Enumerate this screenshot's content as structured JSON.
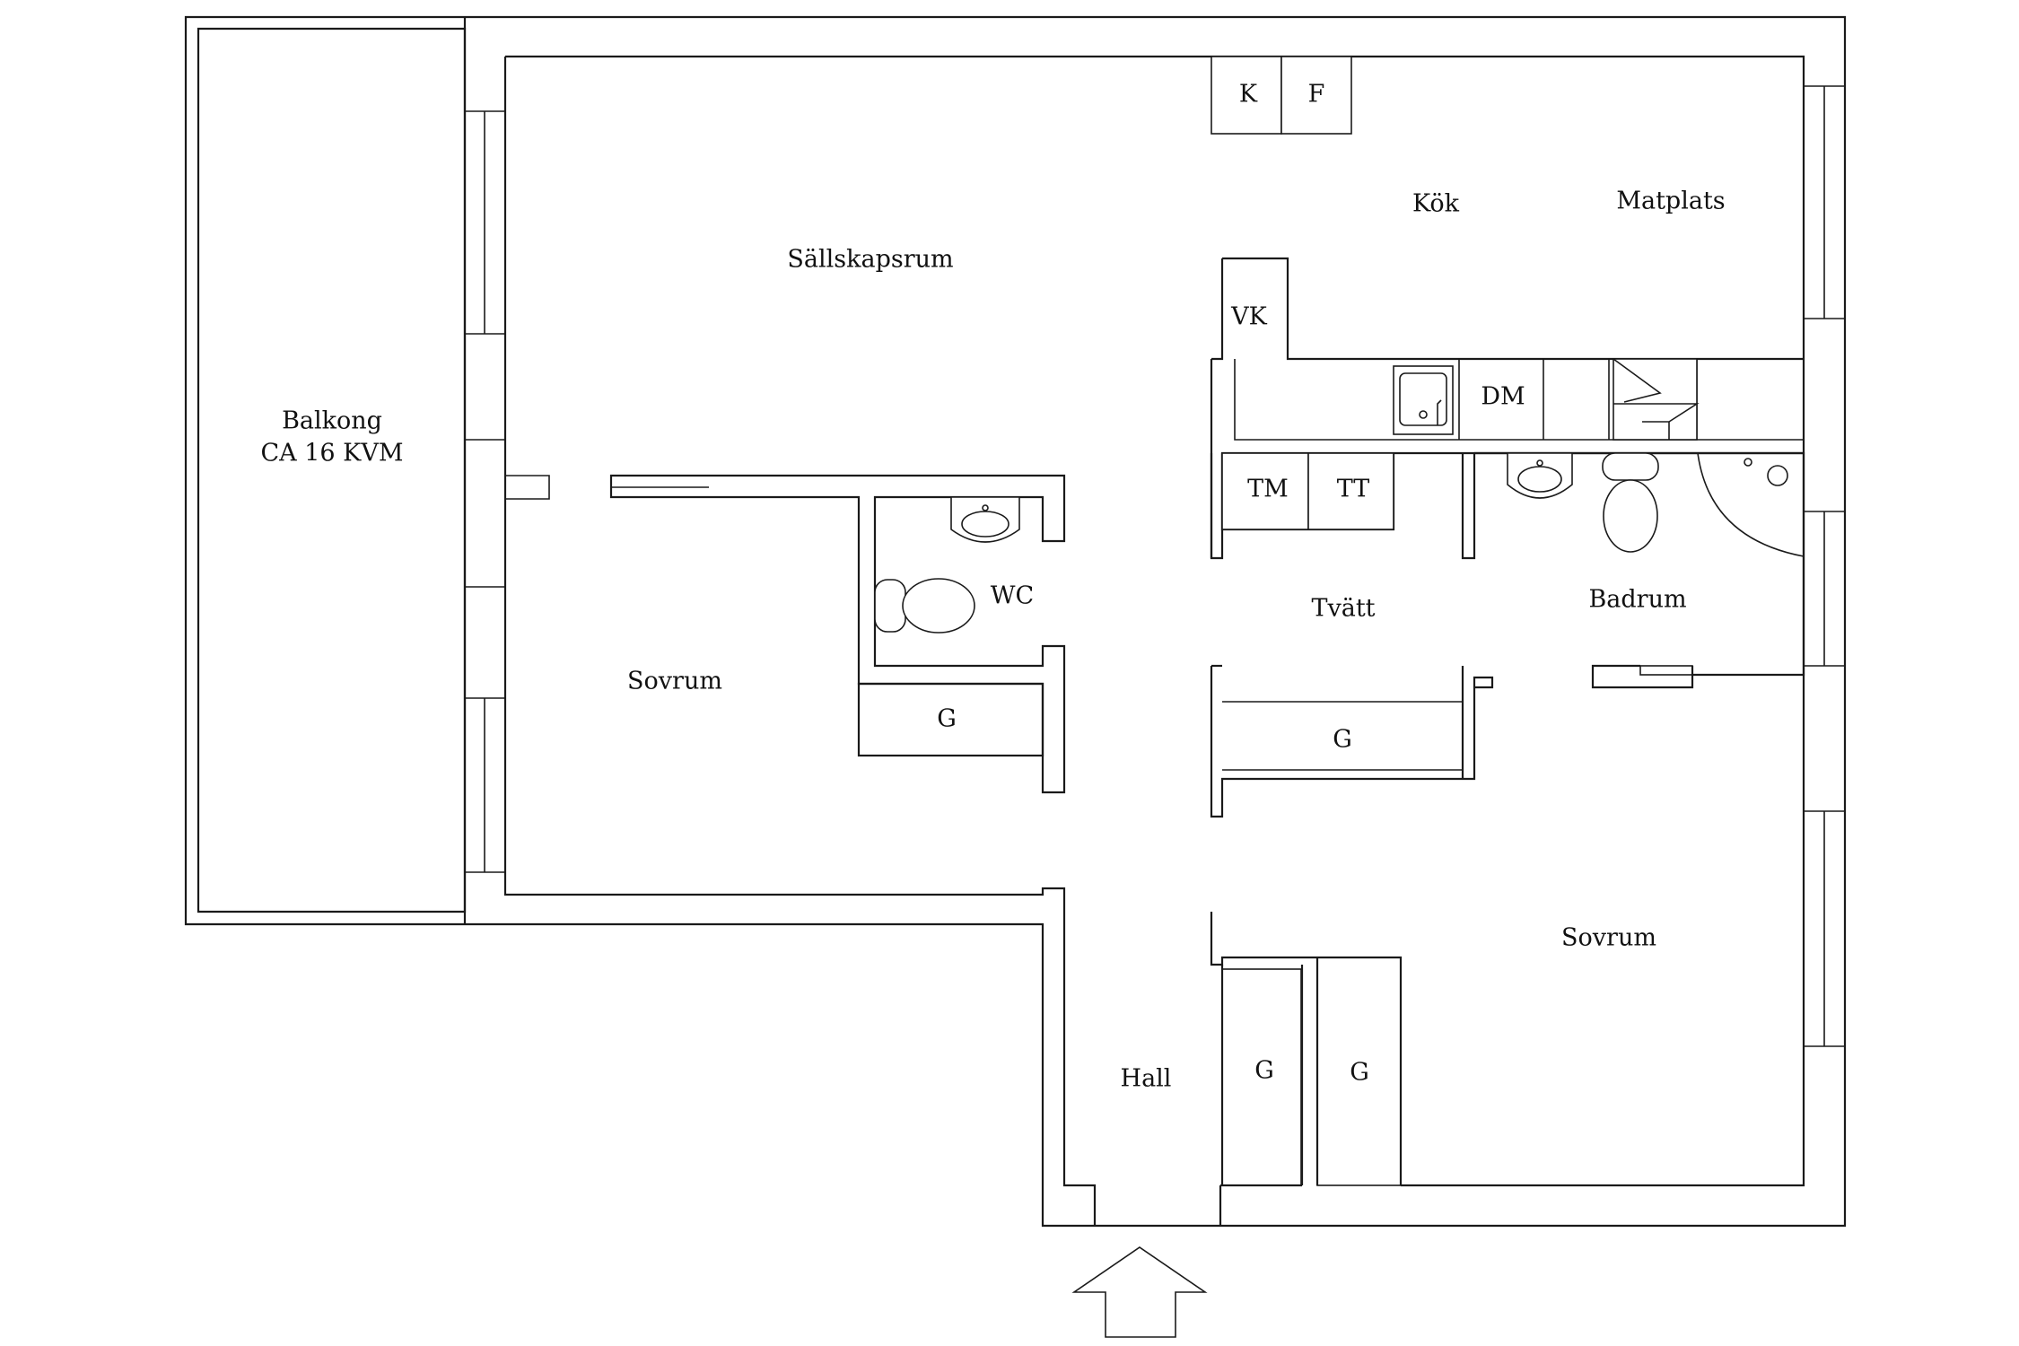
{
  "rooms": {
    "balkong_name": "Balkong",
    "balkong_area": "CA 16 KVM",
    "sallskapsrum": "Sällskapsrum",
    "kok": "Kök",
    "matplats": "Matplats",
    "sovrum_left": "Sovrum",
    "sovrum_right": "Sovrum",
    "wc": "WC",
    "tvatt": "Tvätt",
    "badrum": "Badrum",
    "hall": "Hall"
  },
  "fixtures": {
    "k": "K",
    "f": "F",
    "vk": "VK",
    "dm": "DM",
    "tm": "TM",
    "tt": "TT",
    "g_wc": "G",
    "g_tvatt": "G",
    "g_hall_1": "G",
    "g_hall_2": "G"
  },
  "icons": {
    "entrance": "up-arrow-icon",
    "sink": "sink-icon",
    "toilet": "toilet-icon",
    "stove": "stove-icon",
    "shower": "shower-icon"
  },
  "colors": {
    "line": "#1a1a1a",
    "background": "#ffffff"
  }
}
